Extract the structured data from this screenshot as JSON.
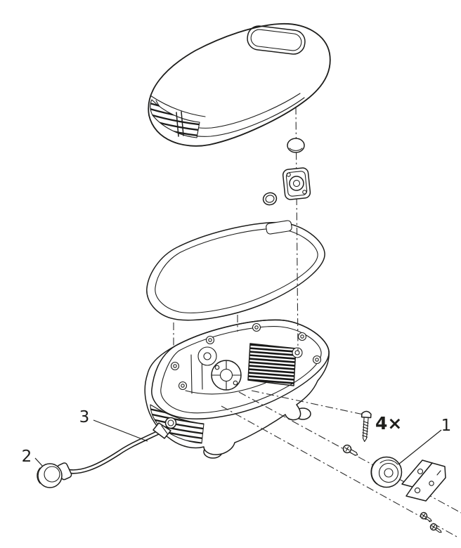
{
  "colors": {
    "line": "#1d1d1b",
    "background": "#ffffff"
  },
  "callouts": {
    "part_1": "1",
    "part_2": "2",
    "part_3": "3",
    "screw_quantity": "4×"
  }
}
